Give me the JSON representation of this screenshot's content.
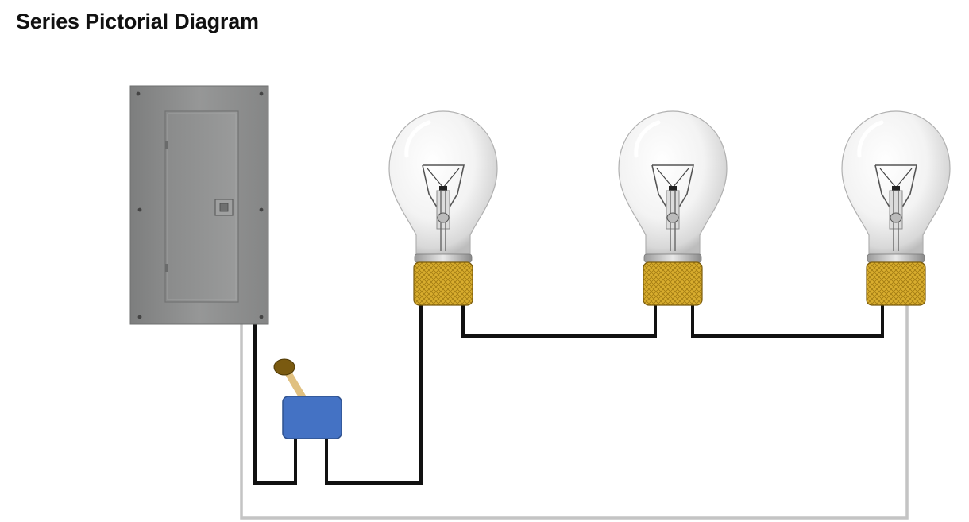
{
  "title": "Series Pictorial Diagram",
  "colors": {
    "hot_wire": "#111111",
    "neutral_wire": "#c4c4c4",
    "panel": "#8e8f8f",
    "switch_body": "#4472c4",
    "switch_knob": "#7a5a10",
    "switch_lever": "#e0c080",
    "socket": "#d4a82c"
  },
  "components": {
    "panel": "breaker-panel",
    "switch": "toggle-switch",
    "bulbs": [
      "light-bulb-1",
      "light-bulb-2",
      "light-bulb-3"
    ]
  }
}
